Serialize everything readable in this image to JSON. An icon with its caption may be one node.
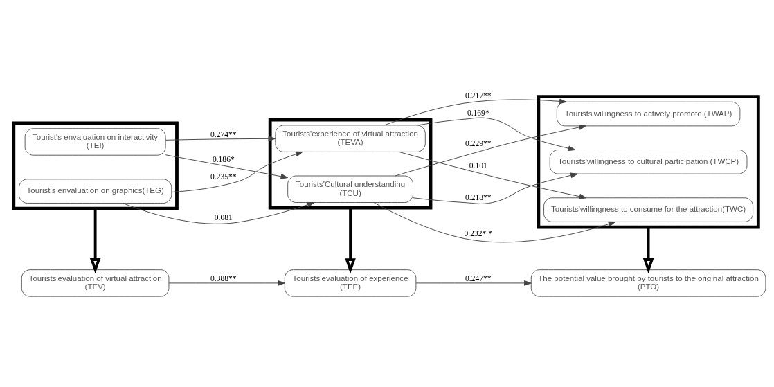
{
  "diagram": {
    "nodes": [
      {
        "text": [],
        "shape": "box"
      },
      {
        "text": [
          "Tourist's envaluation on interactivity",
          "(TEI)"
        ],
        "in": 0
      },
      {
        "text": [
          "Tourist's envaluation on graphics(TEG)"
        ],
        "in": 0
      },
      {
        "text": [],
        "shape": "box"
      },
      {
        "text": [
          "Tourists'experience of virtual attraction",
          "(TEVA)"
        ],
        "in": 3
      },
      {
        "text": [
          "Tourists'Cultural understanding",
          "(TCU)"
        ],
        "in": 3
      },
      {
        "text": [],
        "shape": "box"
      },
      {
        "text": [
          "Tourists'willingness to consume for the attraction(TWC)"
        ],
        "in": 6
      },
      {
        "text": [
          "Tourists'willingness to actively promote (TWAP)"
        ],
        "in": 6
      },
      {
        "text": [
          "Tourists'willingness to cultural participation (TWCP)"
        ],
        "in": 6
      },
      {
        "text": [
          "Tourists'evaluation of virtual attraction",
          "(TEV)"
        ]
      },
      {
        "text": [
          "Tourists'evaluation of experience",
          "(TEE)"
        ]
      },
      {
        "text": [
          "The potential value brought by tourists to the original attraction",
          "(PTO)"
        ]
      }
    ],
    "edges": [
      {
        "from": 1,
        "to": 4,
        "arrow": "to",
        "label": "0.274**"
      },
      {
        "from": 1,
        "to": 5,
        "arrow": "to",
        "label": "0.186*"
      },
      {
        "from": 2,
        "to": 4,
        "arrow": "to",
        "label": "0.235**"
      },
      {
        "from": 2,
        "to": 5,
        "arrow": "to",
        "label": "0.081"
      },
      {
        "from": 4,
        "to": 7,
        "arrow": "to",
        "label": "0.101"
      },
      {
        "from": 4,
        "to": 8,
        "arrow": "to",
        "label": "0.217**"
      },
      {
        "from": 4,
        "to": 9,
        "arrow": "to",
        "label": "0.169*"
      },
      {
        "from": 5,
        "to": 7,
        "arrow": "to",
        "label": "0.232* *"
      },
      {
        "from": 5,
        "to": 8,
        "arrow": "to",
        "label": "0.229**"
      },
      {
        "from": 5,
        "to": 9,
        "arrow": "to",
        "label": "0.218**"
      },
      {
        "from": 0,
        "to": 10,
        "arrow": "to",
        "style": "thick"
      },
      {
        "from": 3,
        "to": 11,
        "arrow": "to",
        "style": "thick"
      },
      {
        "from": 6,
        "to": 12,
        "arrow": "to",
        "style": "thick"
      },
      {
        "from": 10,
        "to": 11,
        "arrow": "to",
        "label": "0.388**"
      },
      {
        "from": 11,
        "to": 12,
        "arrow": "to",
        "label": "0.247**"
      }
    ]
  }
}
